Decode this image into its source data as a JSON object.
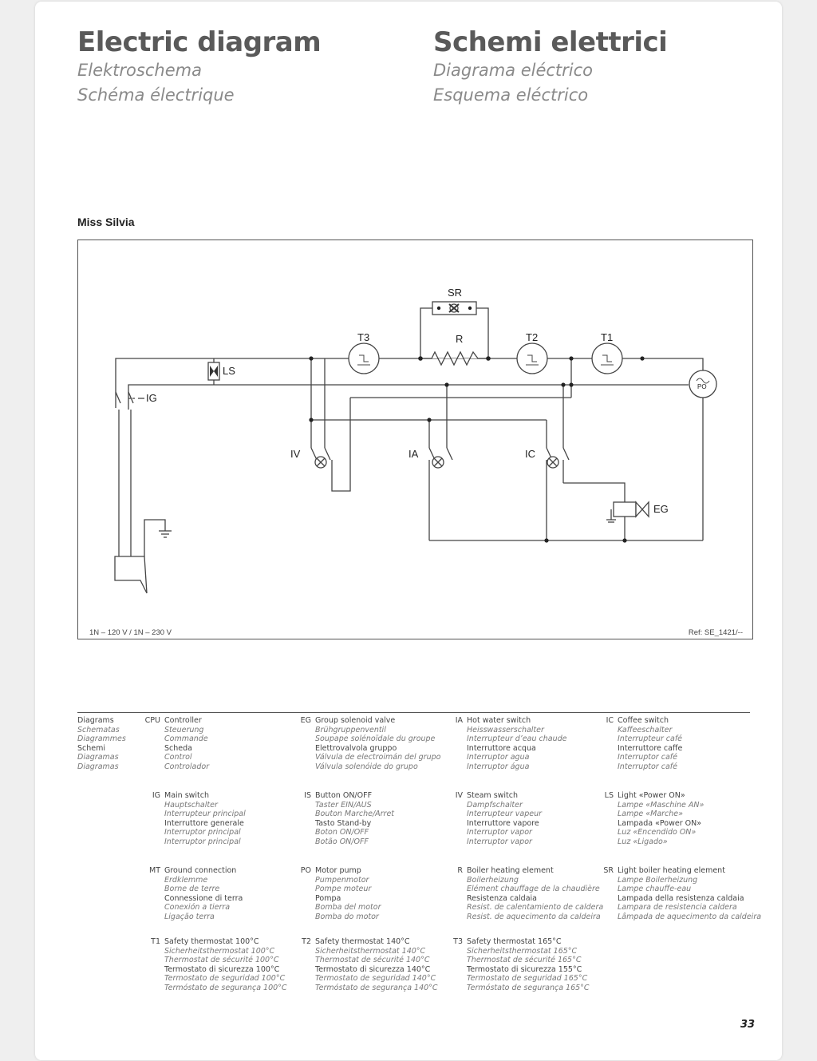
{
  "header": {
    "left_title": "Electric diagram",
    "left_sub1": "Elektroschema",
    "left_sub2": "Schéma électrique",
    "right_title": "Schemi elettrici",
    "right_sub1": "Diagrama eléctrico",
    "right_sub2": "Esquema eléctrico"
  },
  "model": "Miss Silvia",
  "diagram": {
    "labels": {
      "SR": "SR",
      "T3": "T3",
      "R": "R",
      "T2": "T2",
      "T1": "T1",
      "LS": "LS",
      "IG": "IG",
      "PO": "PO",
      "IV": "IV",
      "IA": "IA",
      "IC": "IC",
      "EG": "EG"
    },
    "voltage": "1N – 120 V / 1N – 230 V",
    "ref": "Ref: SE_1421/--"
  },
  "legend": {
    "heading": [
      "Diagrams",
      "Schematas",
      "Diagrammes",
      "Schemi",
      "Diagramas",
      "Diagramas"
    ],
    "entries": [
      {
        "code": "CPU",
        "lines": [
          "Controller",
          "Steuerung",
          "Commande",
          "Scheda",
          "Control",
          "Controlador"
        ]
      },
      {
        "code": "EG",
        "lines": [
          "Group solenoid valve",
          "Brühgruppenventil",
          "Soupape solénoïdale du groupe",
          "Elettrovalvola gruppo",
          "Válvula de electroimán del grupo",
          "Válvula solenóide do grupo"
        ]
      },
      {
        "code": "IA",
        "lines": [
          "Hot water switch",
          "Heisswasserschalter",
          "Interrupteur d’eau chaude",
          "Interruttore acqua",
          "Interruptor agua",
          "Interruptor água"
        ]
      },
      {
        "code": "IC",
        "lines": [
          "Coffee switch",
          "Kaffeeschalter",
          "Interrupteur café",
          "Interruttore caffe",
          "Interruptor café",
          "Interruptor café"
        ]
      },
      {
        "code": "IG",
        "lines": [
          "Main switch",
          "Hauptschalter",
          "Interrupteur principal",
          "Interruttore generale",
          "Interruptor principal",
          "Interruptor principal"
        ]
      },
      {
        "code": "IS",
        "lines": [
          "Button ON/OFF",
          "Taster EIN/AUS",
          "Bouton Marche/Arret",
          "Tasto Stand-by",
          "Boton ON/OFF",
          "Botão ON/OFF"
        ]
      },
      {
        "code": "IV",
        "lines": [
          "Steam switch",
          "Dampfschalter",
          "Interrupteur vapeur",
          "Interruttore vapore",
          "Interruptor vapor",
          "Interruptor vapor"
        ]
      },
      {
        "code": "LS",
        "lines": [
          "Light «Power ON»",
          "Lampe «Maschine AN»",
          "Lampe «Marche»",
          "Lampada «Power ON»",
          "Luz «Encendido ON»",
          "Luz «Ligado»"
        ]
      },
      {
        "code": "MT",
        "lines": [
          "Ground connection",
          "Erdklemme",
          "Borne de terre",
          "Connessione di terra",
          "Conexión a tierra",
          "Ligação terra"
        ]
      },
      {
        "code": "PO",
        "lines": [
          "Motor pump",
          "Pumpenmotor",
          "Pompe moteur",
          "Pompa",
          "Bomba del motor",
          "Bomba do motor"
        ]
      },
      {
        "code": "R",
        "lines": [
          "Boiler heating element",
          "Boilerheizung",
          "Elément chauffage de la chaudière",
          "Resistenza caldaia",
          "Resist. de calentamiento de caldera",
          "Resist. de aquecimento da caldeira"
        ]
      },
      {
        "code": "SR",
        "lines": [
          "Light boiler heating element",
          "Lampe Boilerheizung",
          "Lampe chauffe-eau",
          "Lampada della resistenza caldaia",
          "Lampara de resistencia caldera",
          "Lâmpada de aquecimento da caldeira"
        ]
      },
      {
        "code": "T1",
        "lines": [
          "Safety thermostat 100°C",
          "Sicherheitsthermostat 100°C",
          "Thermostat de sécurité 100°C",
          "Termostato di sicurezza 100°C",
          "Termostato de seguridad 100°C",
          "Termóstato de segurança 100°C"
        ]
      },
      {
        "code": "T2",
        "lines": [
          "Safety thermostat 140°C",
          "Sicherheitsthermostat 140°C",
          "Thermostat de sécurité 140°C",
          "Termostato di sicurezza 140°C",
          "Termostato de seguridad 140°C",
          "Termóstato de segurança 140°C"
        ]
      },
      {
        "code": "T3",
        "lines": [
          "Safety thermostat 165°C",
          "Sicherheitsthermostat 165°C",
          "Thermostat de sécurité 165°C",
          "Termostato di sicurezza 155°C",
          "Termostato de seguridad 165°C",
          "Termóstato de segurança 165°C"
        ]
      }
    ]
  },
  "page_number": "33"
}
